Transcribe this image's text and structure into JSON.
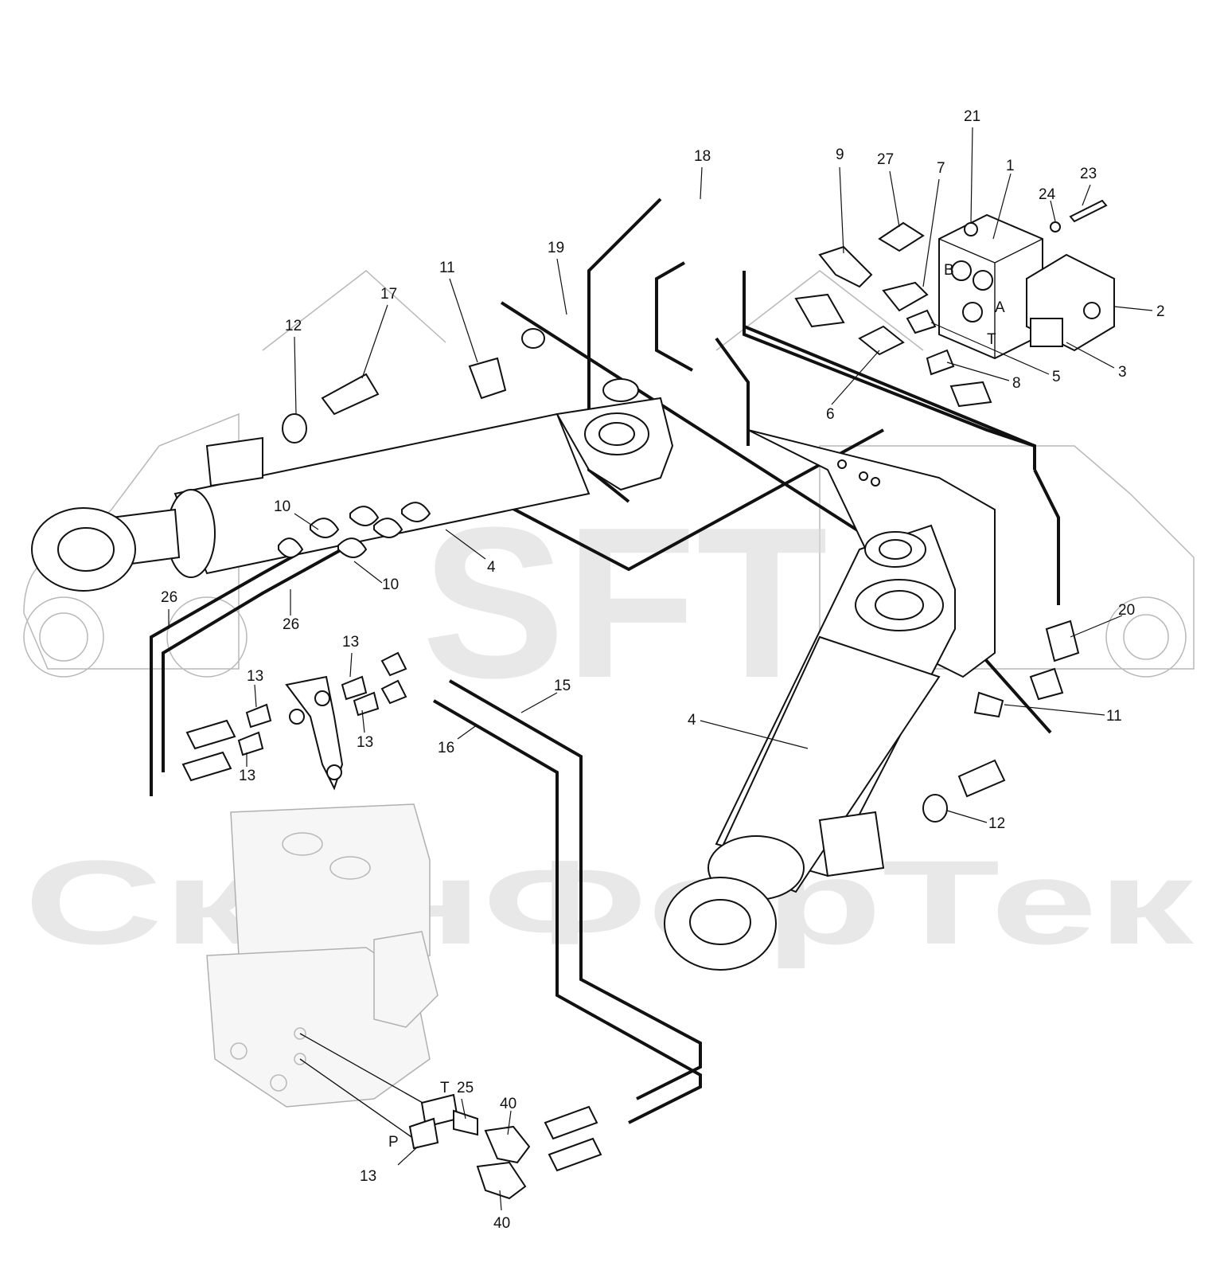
{
  "watermark": {
    "logo_text": "SFT",
    "company_text": "СканФорТек"
  },
  "callouts": [
    {
      "id": "c21",
      "text": "21"
    },
    {
      "id": "c1",
      "text": "1"
    },
    {
      "id": "c23",
      "text": "23"
    },
    {
      "id": "c24",
      "text": "24"
    },
    {
      "id": "c2",
      "text": "2"
    },
    {
      "id": "c3",
      "text": "3"
    },
    {
      "id": "c5",
      "text": "5"
    },
    {
      "id": "c8",
      "text": "8"
    },
    {
      "id": "c6",
      "text": "6"
    },
    {
      "id": "c9",
      "text": "9"
    },
    {
      "id": "c27",
      "text": "27"
    },
    {
      "id": "c7",
      "text": "7"
    },
    {
      "id": "c18",
      "text": "18"
    },
    {
      "id": "c19",
      "text": "19"
    },
    {
      "id": "c11a",
      "text": "11"
    },
    {
      "id": "c17",
      "text": "17"
    },
    {
      "id": "c12a",
      "text": "12"
    },
    {
      "id": "c10a",
      "text": "10"
    },
    {
      "id": "c10b",
      "text": "10"
    },
    {
      "id": "c4a",
      "text": "4"
    },
    {
      "id": "c26a",
      "text": "26"
    },
    {
      "id": "c26b",
      "text": "26"
    },
    {
      "id": "c13a",
      "text": "13"
    },
    {
      "id": "c13b",
      "text": "13"
    },
    {
      "id": "c13c",
      "text": "13"
    },
    {
      "id": "c13d",
      "text": "13"
    },
    {
      "id": "c15",
      "text": "15"
    },
    {
      "id": "c16",
      "text": "16"
    },
    {
      "id": "c4b",
      "text": "4"
    },
    {
      "id": "c20",
      "text": "20"
    },
    {
      "id": "c11b",
      "text": "11"
    },
    {
      "id": "c12b",
      "text": "12"
    },
    {
      "id": "cT",
      "text": "T"
    },
    {
      "id": "c25",
      "text": "25"
    },
    {
      "id": "c40a",
      "text": "40"
    },
    {
      "id": "cP",
      "text": "P"
    },
    {
      "id": "c13e",
      "text": "13"
    },
    {
      "id": "c40b",
      "text": "40"
    }
  ],
  "valve_port_labels": {
    "port_b": "B",
    "port_a": "A",
    "port_t": "T"
  }
}
